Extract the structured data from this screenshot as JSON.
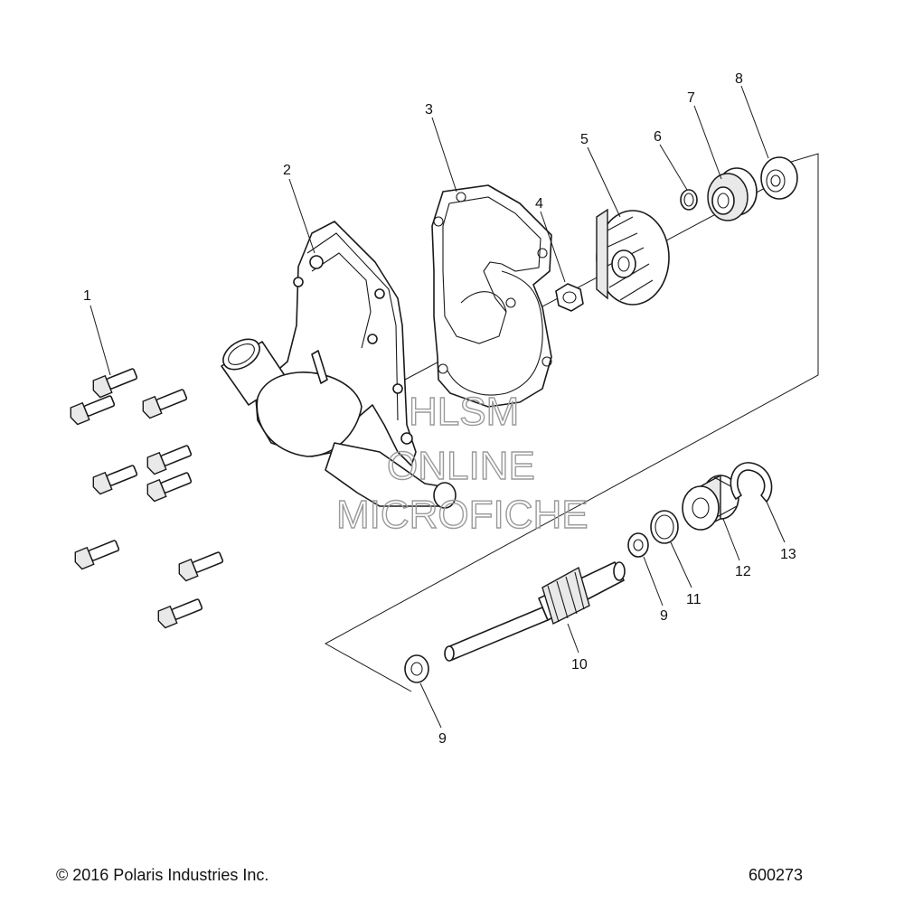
{
  "diagram": {
    "callouts": {
      "c1": "1",
      "c2": "2",
      "c3": "3",
      "c4": "4",
      "c5": "5",
      "c6": "6",
      "c7": "7",
      "c8": "8",
      "c9a": "9",
      "c9b": "9",
      "c10": "10",
      "c11": "11",
      "c12": "12",
      "c13": "13"
    },
    "watermark": {
      "line1": "HLSM",
      "line2": "ONLINE",
      "line3": "MICROFICHE"
    }
  },
  "footer": {
    "copyright": "© 2016 Polaris Industries Inc.",
    "figure_number": "600273"
  }
}
